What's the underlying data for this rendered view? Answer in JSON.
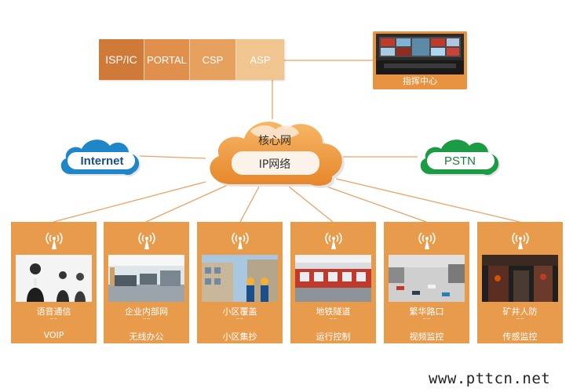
{
  "services": [
    "ISP/IC",
    "PORTAL",
    "CSP",
    "ASP"
  ],
  "command_center": {
    "label": "指挥中心"
  },
  "core": {
    "line1": "核心网",
    "line2": "IP网络"
  },
  "internet": {
    "label": "Internet"
  },
  "pstn": {
    "label": "PSTN"
  },
  "panels": [
    {
      "title": "语音通信",
      "connector": "⁻⁻",
      "subtitle": "VOIP"
    },
    {
      "title": "企业内部网",
      "connector": "⁻⁻",
      "subtitle": "无线办公"
    },
    {
      "title": "小区覆盖",
      "connector": "⁻⁻",
      "subtitle": "小区集抄"
    },
    {
      "title": "地铁隧道",
      "connector": "⁻⁻",
      "subtitle": "运行控制"
    },
    {
      "title": "繁华路口",
      "connector": "⁻⁻",
      "subtitle": "视频监控"
    },
    {
      "title": "矿井人防",
      "connector": "⁻⁻",
      "subtitle": "传感监控"
    }
  ],
  "footer": {
    "watermark": "www.pttcn.net"
  },
  "colors": {
    "panel": "#e99b4c",
    "core_cloud": "#f0a04b",
    "internet_cloud": "#1f86c8",
    "pstn_cloud": "#1c9b45"
  }
}
